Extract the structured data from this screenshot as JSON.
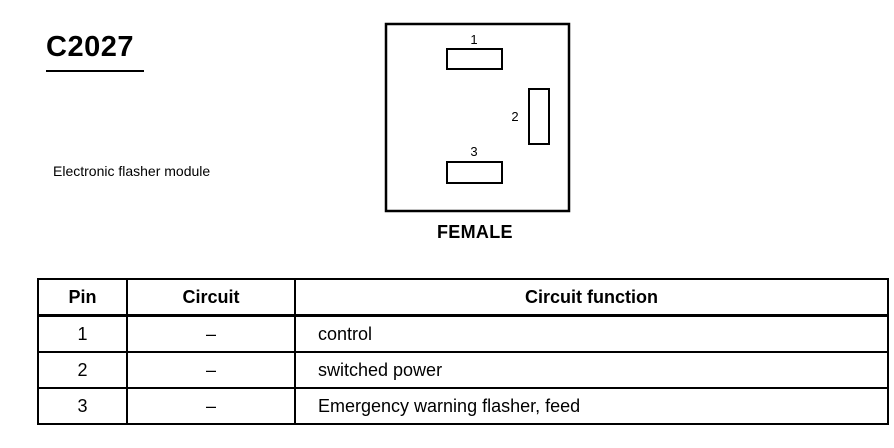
{
  "connector": {
    "id": "C2027",
    "description": "Electronic flasher module",
    "gender": "FEMALE"
  },
  "diagram": {
    "pins": [
      {
        "number": "1"
      },
      {
        "number": "2"
      },
      {
        "number": "3"
      }
    ]
  },
  "table": {
    "headers": [
      "Pin",
      "Circuit",
      "Circuit function"
    ],
    "rows": [
      {
        "pin": "1",
        "circuit": "–",
        "function": "control"
      },
      {
        "pin": "2",
        "circuit": "–",
        "function": "switched power"
      },
      {
        "pin": "3",
        "circuit": "–",
        "function": "Emergency warning flasher, feed"
      }
    ]
  }
}
